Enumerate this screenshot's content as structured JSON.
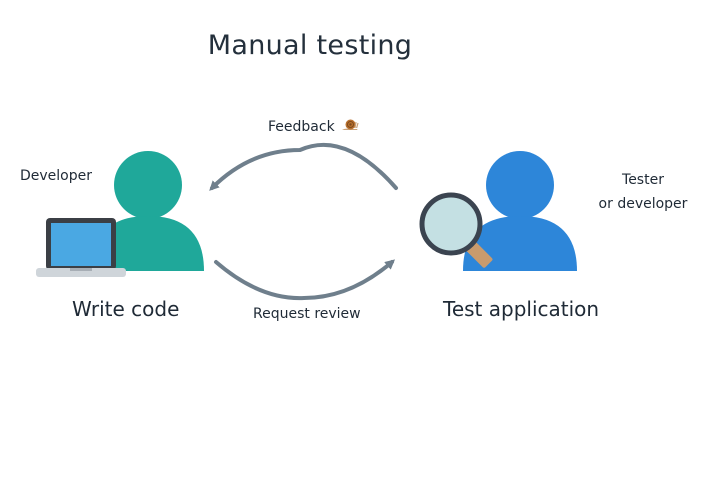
{
  "title": "Manual testing",
  "developer": {
    "role": "Developer",
    "action": "Write code",
    "color": "#1fa89a"
  },
  "tester": {
    "role_line1": "Tester",
    "role_line2": "or developer",
    "action": "Test application",
    "color": "#2d86d9"
  },
  "arrows": {
    "feedback": "Feedback",
    "feedback_icon": "snail-icon",
    "request": "Request review",
    "color": "#6f7f8c"
  }
}
